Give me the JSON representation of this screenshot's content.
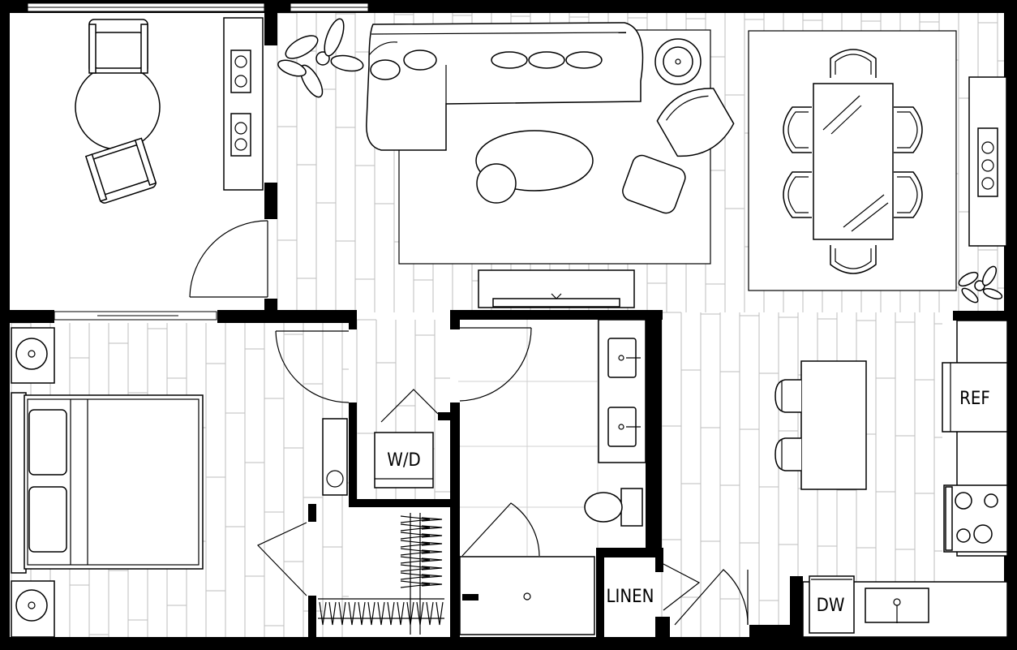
{
  "plan": {
    "labels": {
      "washer_dryer": "W/D",
      "refrigerator": "REF",
      "linen": "LINEN",
      "dishwasher": "DW"
    }
  }
}
